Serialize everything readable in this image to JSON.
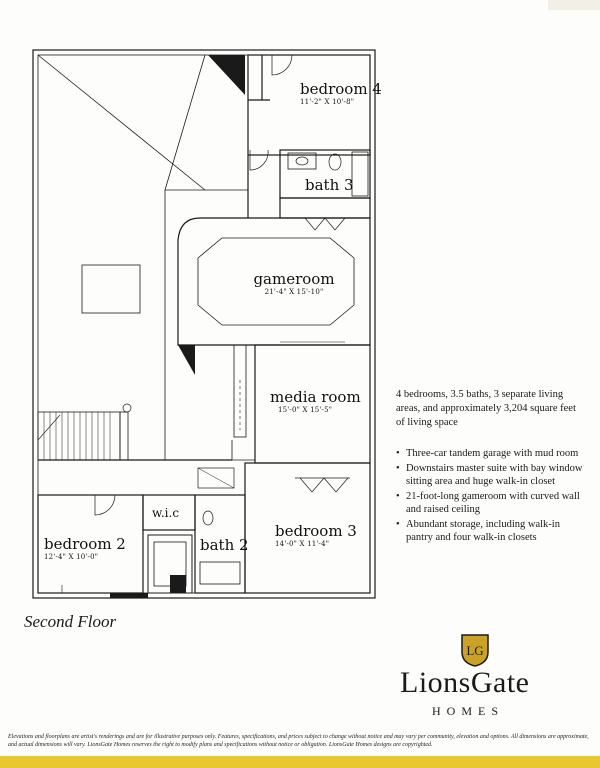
{
  "rooms": {
    "bedroom4": {
      "name": "bedroom 4",
      "dims": "11'-2\" X 10'-8\""
    },
    "bath3": {
      "name": "bath 3"
    },
    "gameroom": {
      "name": "gameroom",
      "dims": "21'-4\" X 15'-10\""
    },
    "media": {
      "name": "media room",
      "dims": "15'-0\" X 15'-5\""
    },
    "bedroom2": {
      "name": "bedroom 2",
      "dims": "12'-4\" X 10'-0\""
    },
    "wic": {
      "name": "w.i.c"
    },
    "bath2": {
      "name": "bath 2"
    },
    "bedroom3": {
      "name": "bedroom 3",
      "dims": "14'-0\" X 11'-4\""
    }
  },
  "summary": "4 bedrooms, 3.5 baths, 3 separate living areas, and approximately 3,204 square feet of living space",
  "features": [
    "Three-car tandem garage with mud room",
    "Downstairs master suite with bay window sitting area and huge walk-in closet",
    "21-foot-long gameroom with curved wall and raised ceiling",
    "Abundant storage, including walk-in pantry and four walk-in closets"
  ],
  "floor_label": "Second Floor",
  "brand": {
    "name": "LionsGate",
    "sub": "HOMES",
    "monogram": "LG",
    "accent": "#c9a227"
  },
  "disclaimer": "Elevations and floorplans are artist's renderings and are for illustrative purposes only. Features, specifications, and prices subject to change without notice and may vary per community, elevation and options. All dimensions are approximate, and actual dimensions will vary. LionsGate Homes reserves the right to modify plans and specifications without notice or obligation. LionsGate Homes designs are copyrighted.",
  "colors": {
    "bar": "#e8c830",
    "wall": "#1a1a1a"
  }
}
